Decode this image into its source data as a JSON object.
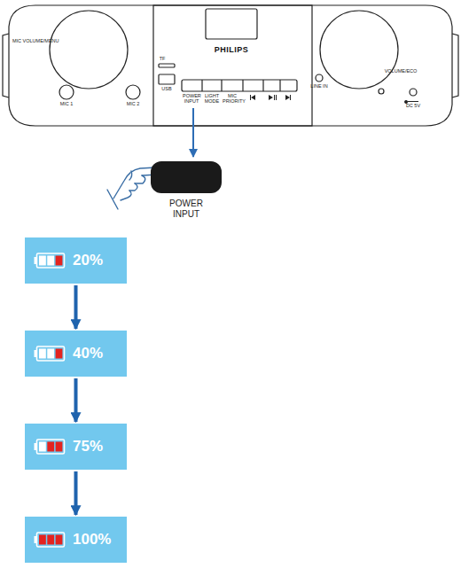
{
  "diagram": {
    "nodes": [
      {
        "text": [
          "POWER INPUT"
        ]
      },
      {
        "text": [
          "20%"
        ]
      },
      {
        "text": [
          "40%"
        ]
      },
      {
        "text": [
          "75%"
        ]
      },
      {
        "text": [
          "100%"
        ]
      }
    ],
    "edges": [
      {
        "from": 1,
        "to": 2,
        "arrow": "to"
      },
      {
        "from": 2,
        "to": 3,
        "arrow": "to"
      },
      {
        "from": 3,
        "to": 4,
        "arrow": "to"
      }
    ],
    "labels": [
      "MIC VOLUME/MENU",
      "MIC 1",
      "MIC 2",
      "TF",
      "USB",
      "PHILIPS",
      "POWER INPUT",
      "LIGHT MODE",
      "MIC PRIORITY",
      "LINE IN",
      "VOLUME/ECO",
      "DC 5V"
    ]
  }
}
